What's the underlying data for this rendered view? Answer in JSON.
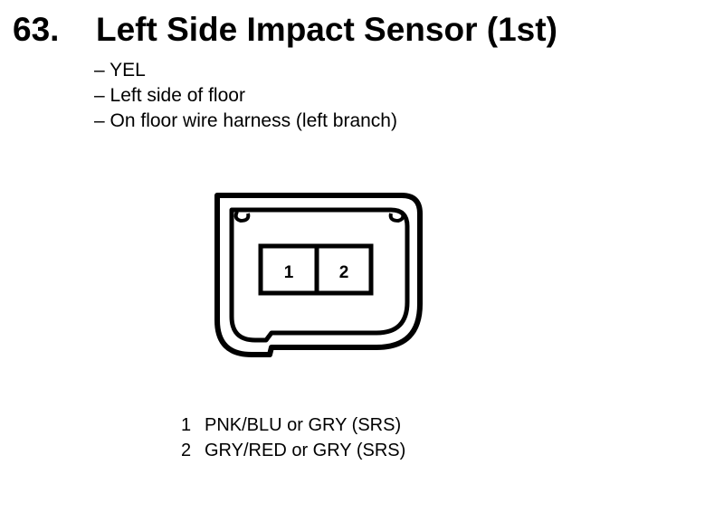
{
  "heading": {
    "number": "63.",
    "title": "Left Side Impact Sensor (1st)"
  },
  "specs": [
    "– YEL",
    "– Left side of floor",
    "– On floor wire harness (left branch)"
  ],
  "connector": {
    "pin_labels": [
      "1",
      "2"
    ]
  },
  "pins": [
    {
      "number": "1",
      "wire": "PNK/BLU or GRY (SRS)"
    },
    {
      "number": "2",
      "wire": "GRY/RED or GRY (SRS)"
    }
  ]
}
